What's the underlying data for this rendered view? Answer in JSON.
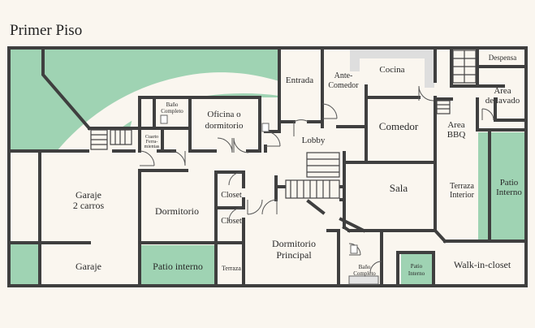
{
  "title": "Primer Piso",
  "colors": {
    "background": "#faf6ef",
    "green": "#9fd3b3",
    "wall": "#3f3f3f",
    "counter": "#dedede"
  },
  "rooms": {
    "entrada": "Entrada",
    "ante_comedor_1": "Ante-",
    "ante_comedor_2": "Comedor",
    "cocina": "Cocina",
    "despensa": "Despensa",
    "area_lavado_1": "Area",
    "area_lavado_2": "de lavado",
    "bano_1": "Baño",
    "bano_2": "Completo",
    "oficina_1": "Oficina o",
    "oficina_2": "dormitorio",
    "comedor": "Comedor",
    "area_bbq_1": "Area",
    "area_bbq_2": "BBQ",
    "cuarto_1": "Cuarto",
    "cuarto_2": "Ferra-",
    "cuarto_3": "mientas",
    "lobby": "Lobby",
    "garaje2_1": "Garaje",
    "garaje2_2": "2 carros",
    "dormitorio": "Dormitorio",
    "closet_1": "Closet",
    "closet_2": "Closet",
    "sala": "Sala",
    "terraza_interior_1": "Terraza",
    "terraza_interior_2": "Interior",
    "patio_interno_right_1": "Patio",
    "patio_interno_right_2": "Interno",
    "garaje": "Garaje",
    "patio_interno_bottom": "Patio interno",
    "terraza": "Terraza",
    "dormitorio_principal_1": "Dormitorio",
    "dormitorio_principal_2": "Principal",
    "bano_principal_1": "Baño",
    "bano_principal_2": "Completo",
    "patio_interno_small_1": "Patio",
    "patio_interno_small_2": "Interno",
    "walk_in_closet": "Walk-in-closet"
  }
}
